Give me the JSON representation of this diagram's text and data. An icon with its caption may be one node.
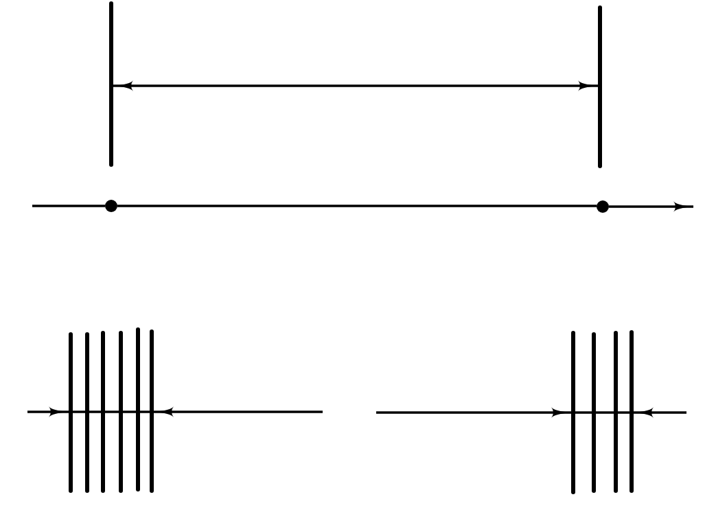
{
  "diagram": {
    "nodes": [
      {
        "text": [],
        "shape": "bar"
      },
      {
        "text": [],
        "shape": "bar"
      },
      {
        "text": [],
        "shape": "circle"
      },
      {
        "text": [],
        "shape": "circle"
      },
      {
        "text": [],
        "shape": "bar"
      },
      {
        "text": [],
        "shape": "bar"
      },
      {
        "text": [],
        "shape": "bar"
      },
      {
        "text": [],
        "shape": "bar"
      },
      {
        "text": [],
        "shape": "bar"
      },
      {
        "text": [],
        "shape": "bar"
      },
      {
        "text": [],
        "shape": "bar"
      },
      {
        "text": [],
        "shape": "bar"
      },
      {
        "text": [],
        "shape": "bar"
      },
      {
        "text": [],
        "shape": "bar"
      }
    ],
    "edges": [
      {
        "from": 0,
        "to": 1,
        "arrow": "both"
      },
      {
        "from": null,
        "to": 2,
        "arrow": "none"
      },
      {
        "from": 2,
        "to": 3,
        "arrow": "none"
      },
      {
        "from": 3,
        "to": null,
        "arrow": "to"
      },
      {
        "from": null,
        "to": 4,
        "arrow": "to"
      },
      {
        "from": 4,
        "to": 5,
        "arrow": "none"
      },
      {
        "from": 5,
        "to": 6,
        "arrow": "none"
      },
      {
        "from": 6,
        "to": 7,
        "arrow": "none"
      },
      {
        "from": 7,
        "to": 8,
        "arrow": "none"
      },
      {
        "from": 8,
        "to": 9,
        "arrow": "none"
      },
      {
        "from": null,
        "to": 9,
        "arrow": "to"
      },
      {
        "from": null,
        "to": 10,
        "arrow": "to"
      },
      {
        "from": 10,
        "to": 11,
        "arrow": "none"
      },
      {
        "from": 11,
        "to": 12,
        "arrow": "none"
      },
      {
        "from": 12,
        "to": 13,
        "arrow": "none"
      },
      {
        "from": null,
        "to": 13,
        "arrow": "to"
      }
    ]
  }
}
